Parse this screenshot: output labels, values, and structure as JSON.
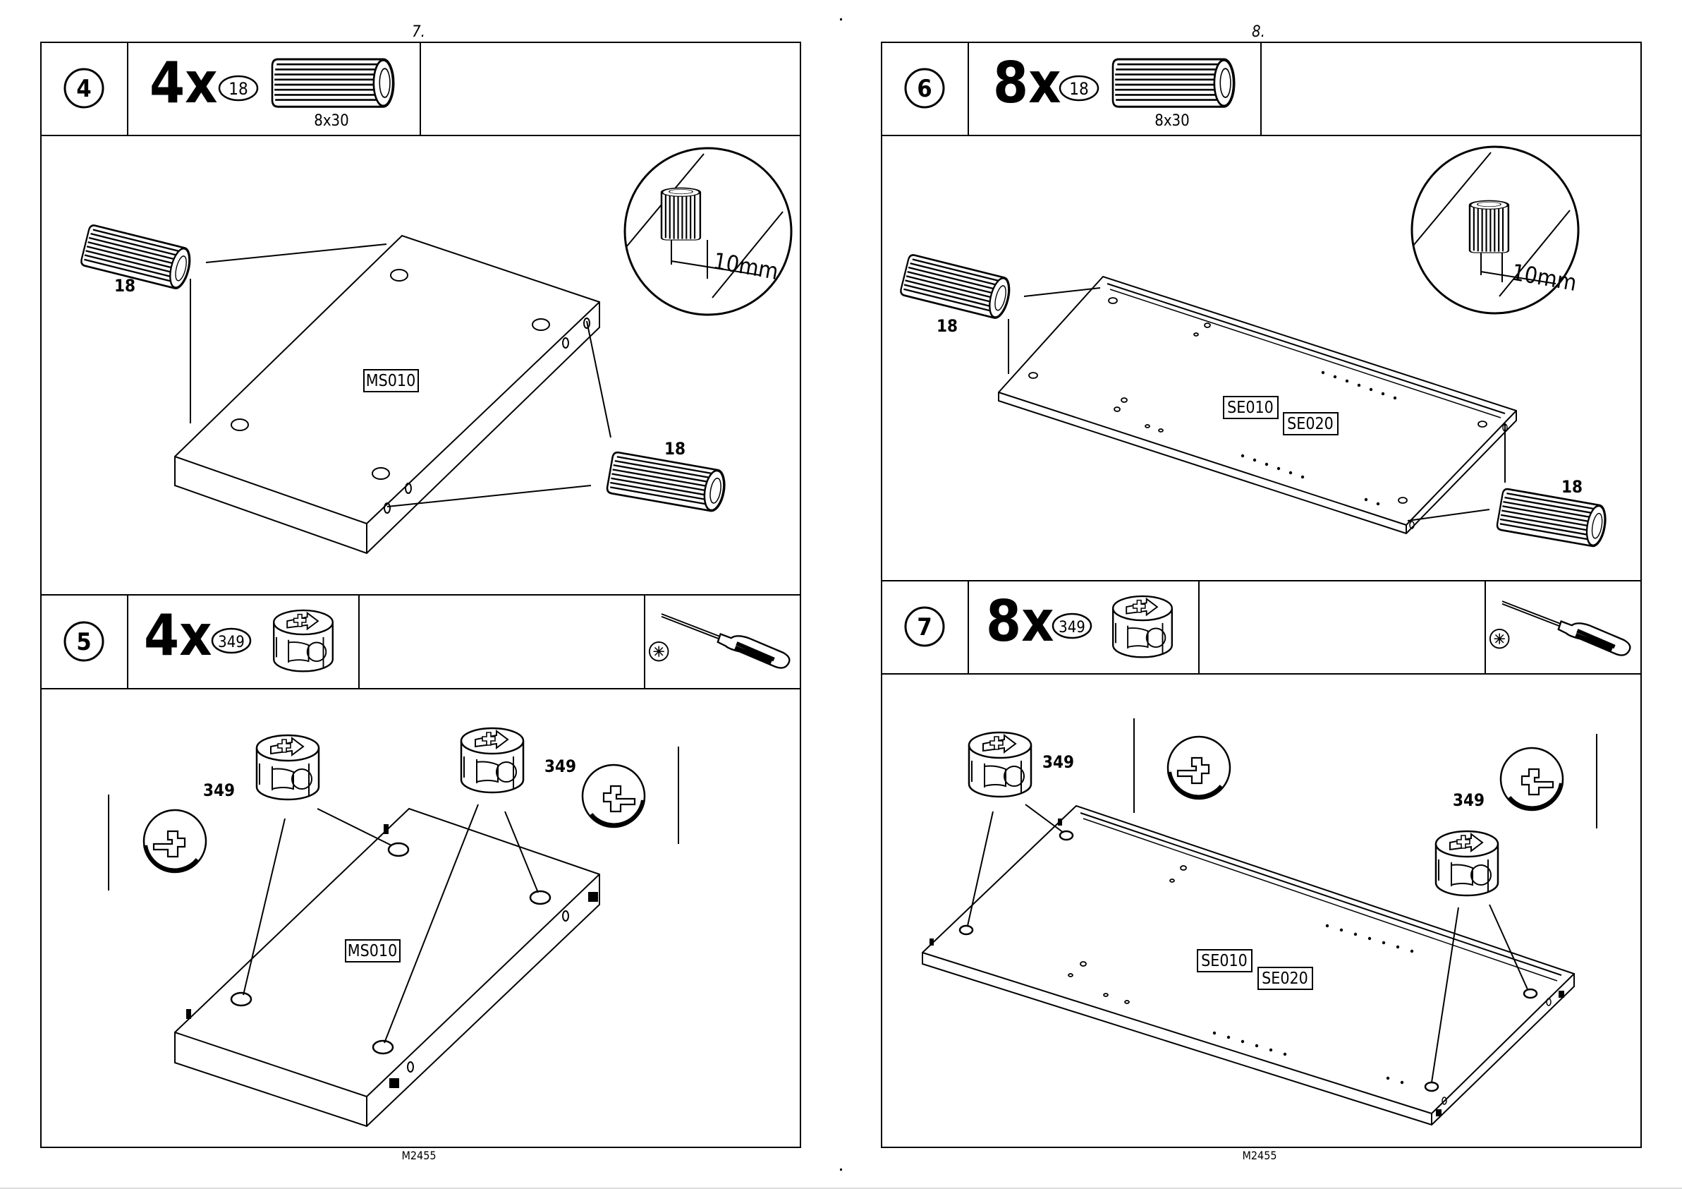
{
  "pages": [
    {
      "page_number": "7.",
      "footer_code": "M2455",
      "steps": [
        {
          "number": "4",
          "quantity": "4x",
          "part_id": "18",
          "part_size": "8x30",
          "panel_label": "MS010",
          "callout_labels": [
            "18",
            "18"
          ],
          "detail_measure": "10mm"
        },
        {
          "number": "5",
          "quantity": "4x",
          "part_id": "349",
          "panel_label": "MS010",
          "callout_labels": [
            "349",
            "349"
          ],
          "tool_icon": "screwdriver-icon"
        }
      ]
    },
    {
      "page_number": "8.",
      "footer_code": "M2455",
      "steps": [
        {
          "number": "6",
          "quantity": "8x",
          "part_id": "18",
          "part_size": "8x30",
          "panel_labels": [
            "SE010",
            "SE020"
          ],
          "callout_labels": [
            "18",
            "18"
          ],
          "detail_measure": "10mm"
        },
        {
          "number": "7",
          "quantity": "8x",
          "part_id": "349",
          "panel_labels": [
            "SE010",
            "SE020"
          ],
          "callout_labels": [
            "349",
            "349"
          ],
          "tool_icon": "screwdriver-icon"
        }
      ]
    }
  ],
  "colors": {
    "ink": "#000000",
    "paper": "#ffffff"
  }
}
